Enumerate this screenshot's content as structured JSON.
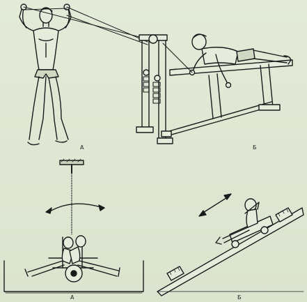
{
  "figure": {
    "panel_top_left_label": "А",
    "panel_top_right_label": "Б",
    "panel_bottom_left_label": "А",
    "panel_bottom_right_label": "Б"
  }
}
